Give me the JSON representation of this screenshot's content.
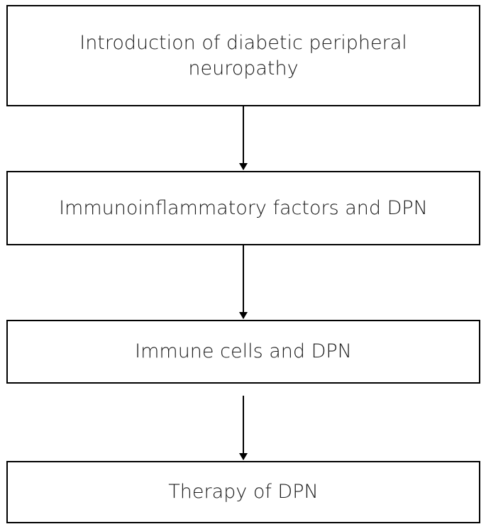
{
  "flowchart": {
    "steps": [
      {
        "label": "Introduction of diabetic peripheral neuropathy"
      },
      {
        "label": "Immunoinflammatory factors and DPN"
      },
      {
        "label": "Immune cells and DPN"
      },
      {
        "label": "Therapy of DPN"
      }
    ],
    "colors": {
      "stroke": "#000000",
      "fill": "#ffffff",
      "text": "#1a1a1a"
    }
  }
}
